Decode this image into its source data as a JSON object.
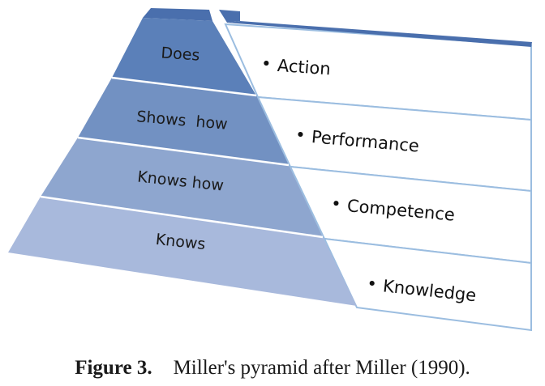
{
  "pyramid": {
    "levels": [
      {
        "label": "Does",
        "panel": "Action",
        "color": "#5b80b9"
      },
      {
        "label": "Shows  how",
        "panel": "Performance",
        "color": "#7291c2"
      },
      {
        "label": "Knows how",
        "panel": "Competence",
        "color": "#8ea6cf"
      },
      {
        "label": "Knows",
        "panel": "Knowledge",
        "color": "#a8b9dc"
      }
    ],
    "top_cap_color": "#4a6fad",
    "panel_border_color": "#9bbde0",
    "panel_side_color": "#e4e8ee",
    "bullet": "•"
  },
  "caption": {
    "figure_number": "Figure 3.",
    "text": "Miller's pyramid after Miller (1990)."
  }
}
